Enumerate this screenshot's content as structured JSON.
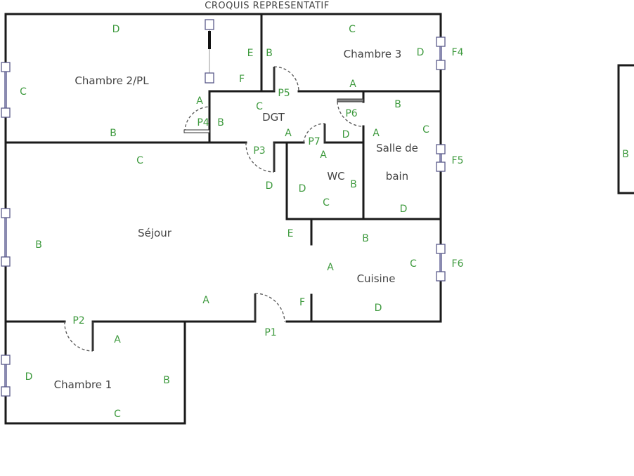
{
  "title": "CROQUIS REPRESENTATIF",
  "rooms": {
    "chambre2": "Chambre 2/PL",
    "chambre3": "Chambre 3",
    "dgt": "DGT",
    "wc": "WC",
    "salle_de_bain_1": "Salle de",
    "salle_de_bain_2": "bain",
    "sejour": "Séjour",
    "cuisine": "Cuisine",
    "chambre1": "Chambre 1"
  },
  "doors": {
    "p1": "P1",
    "p2": "P2",
    "p3": "P3",
    "p4": "P4",
    "p5": "P5",
    "p6": "P6",
    "p7": "P7"
  },
  "windows": {
    "f4": "F4",
    "f5": "F5",
    "f6": "F6"
  },
  "wall_letters": {
    "c2_d": "D",
    "c2_c": "C",
    "c2_b": "B",
    "c2_e": "E",
    "c2_f": "F",
    "c2_a": "A",
    "c3_c": "C",
    "c3_b": "B",
    "c3_d": "D",
    "c3_a": "A",
    "dgt_c": "C",
    "dgt_b": "B",
    "dgt_a": "A",
    "dgt_d": "D",
    "sdb_b": "B",
    "sdb_c": "C",
    "sdb_a": "A",
    "sdb_d": "D",
    "wc_a": "A",
    "wc_d": "D",
    "wc_b": "B",
    "wc_c": "C",
    "sej_c": "C",
    "sej_b": "B",
    "sej_e": "E",
    "sej_a": "A",
    "sej_d": "D",
    "cui_b": "B",
    "cui_a": "A",
    "cui_c": "C",
    "cui_f": "F",
    "cui_d": "D",
    "c1_a": "A",
    "c1_d": "D",
    "c1_b": "B",
    "c1_c": "C",
    "right_b": "B"
  }
}
